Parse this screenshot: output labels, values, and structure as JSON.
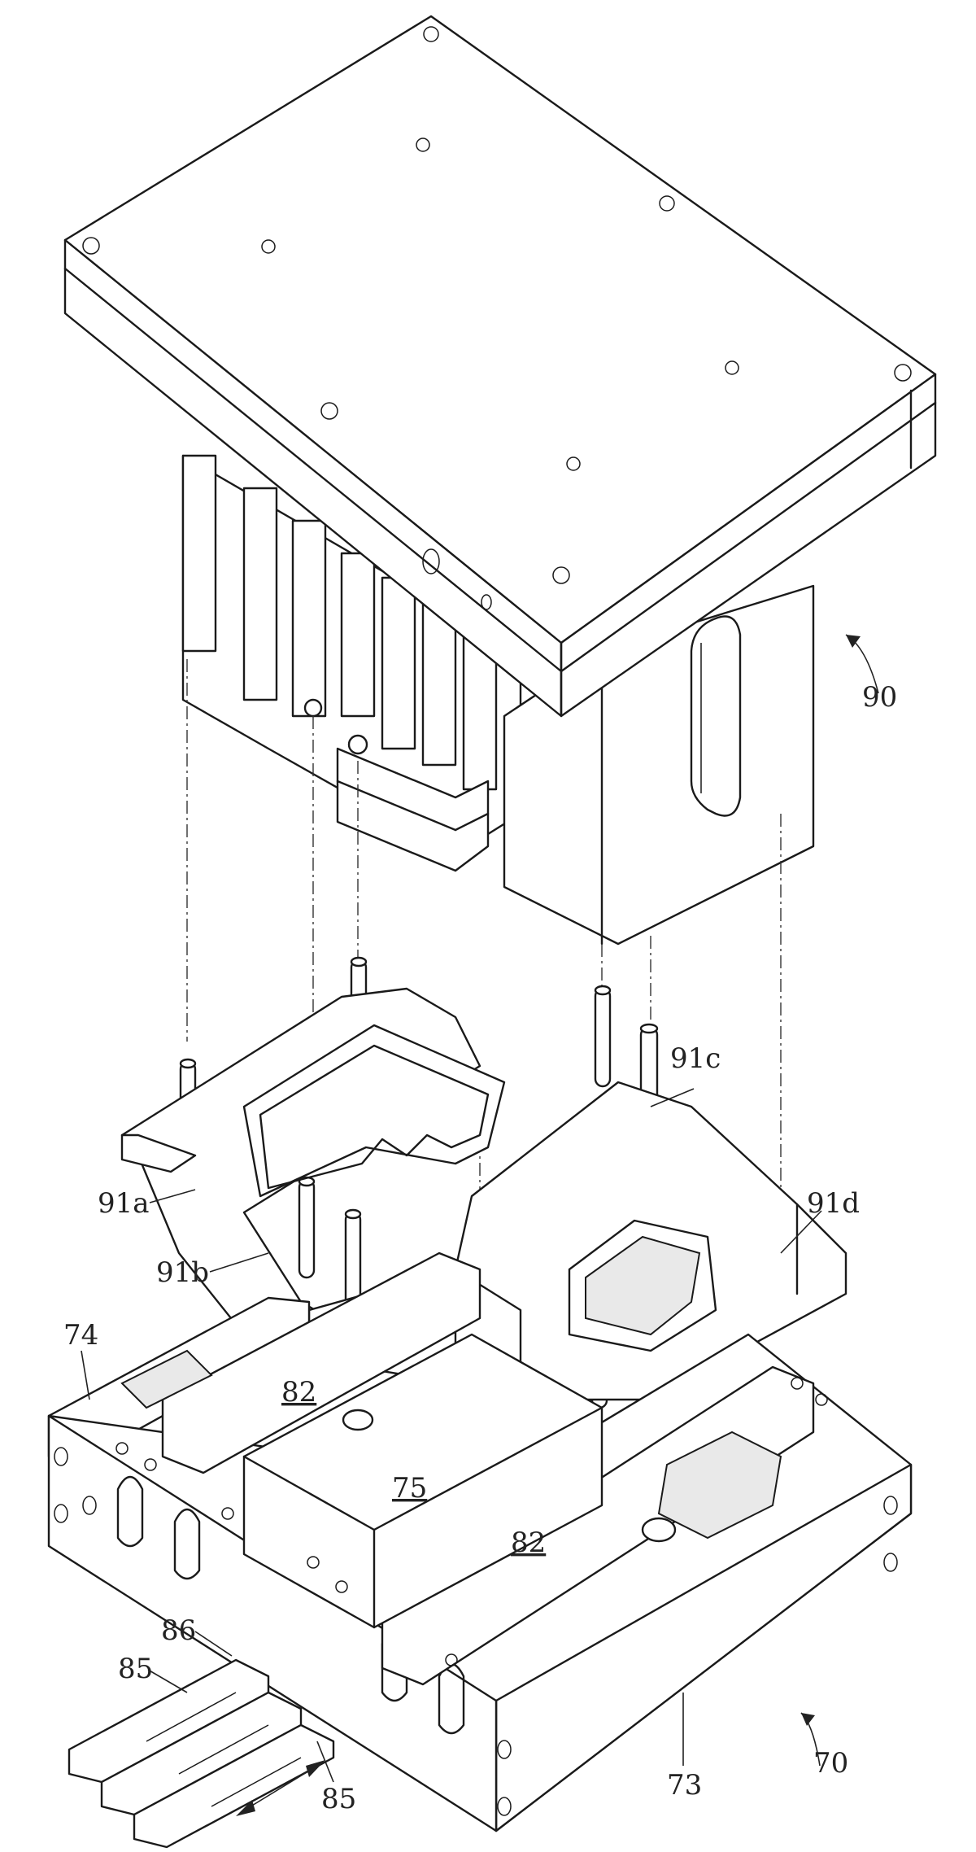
{
  "figure": {
    "labels": {
      "upper_assembly": "90",
      "lower_frame": "70",
      "frame_side_front": "73",
      "frame_side_back": "74",
      "center_block": "75",
      "rail_left": "82",
      "rail_right": "82",
      "slide_bar_top": "86",
      "slide_bar_mid": "85",
      "slide_bar_bottom": "85",
      "plate_a": "91a",
      "plate_b": "91b",
      "plate_c": "91c",
      "plate_d": "91d"
    }
  }
}
